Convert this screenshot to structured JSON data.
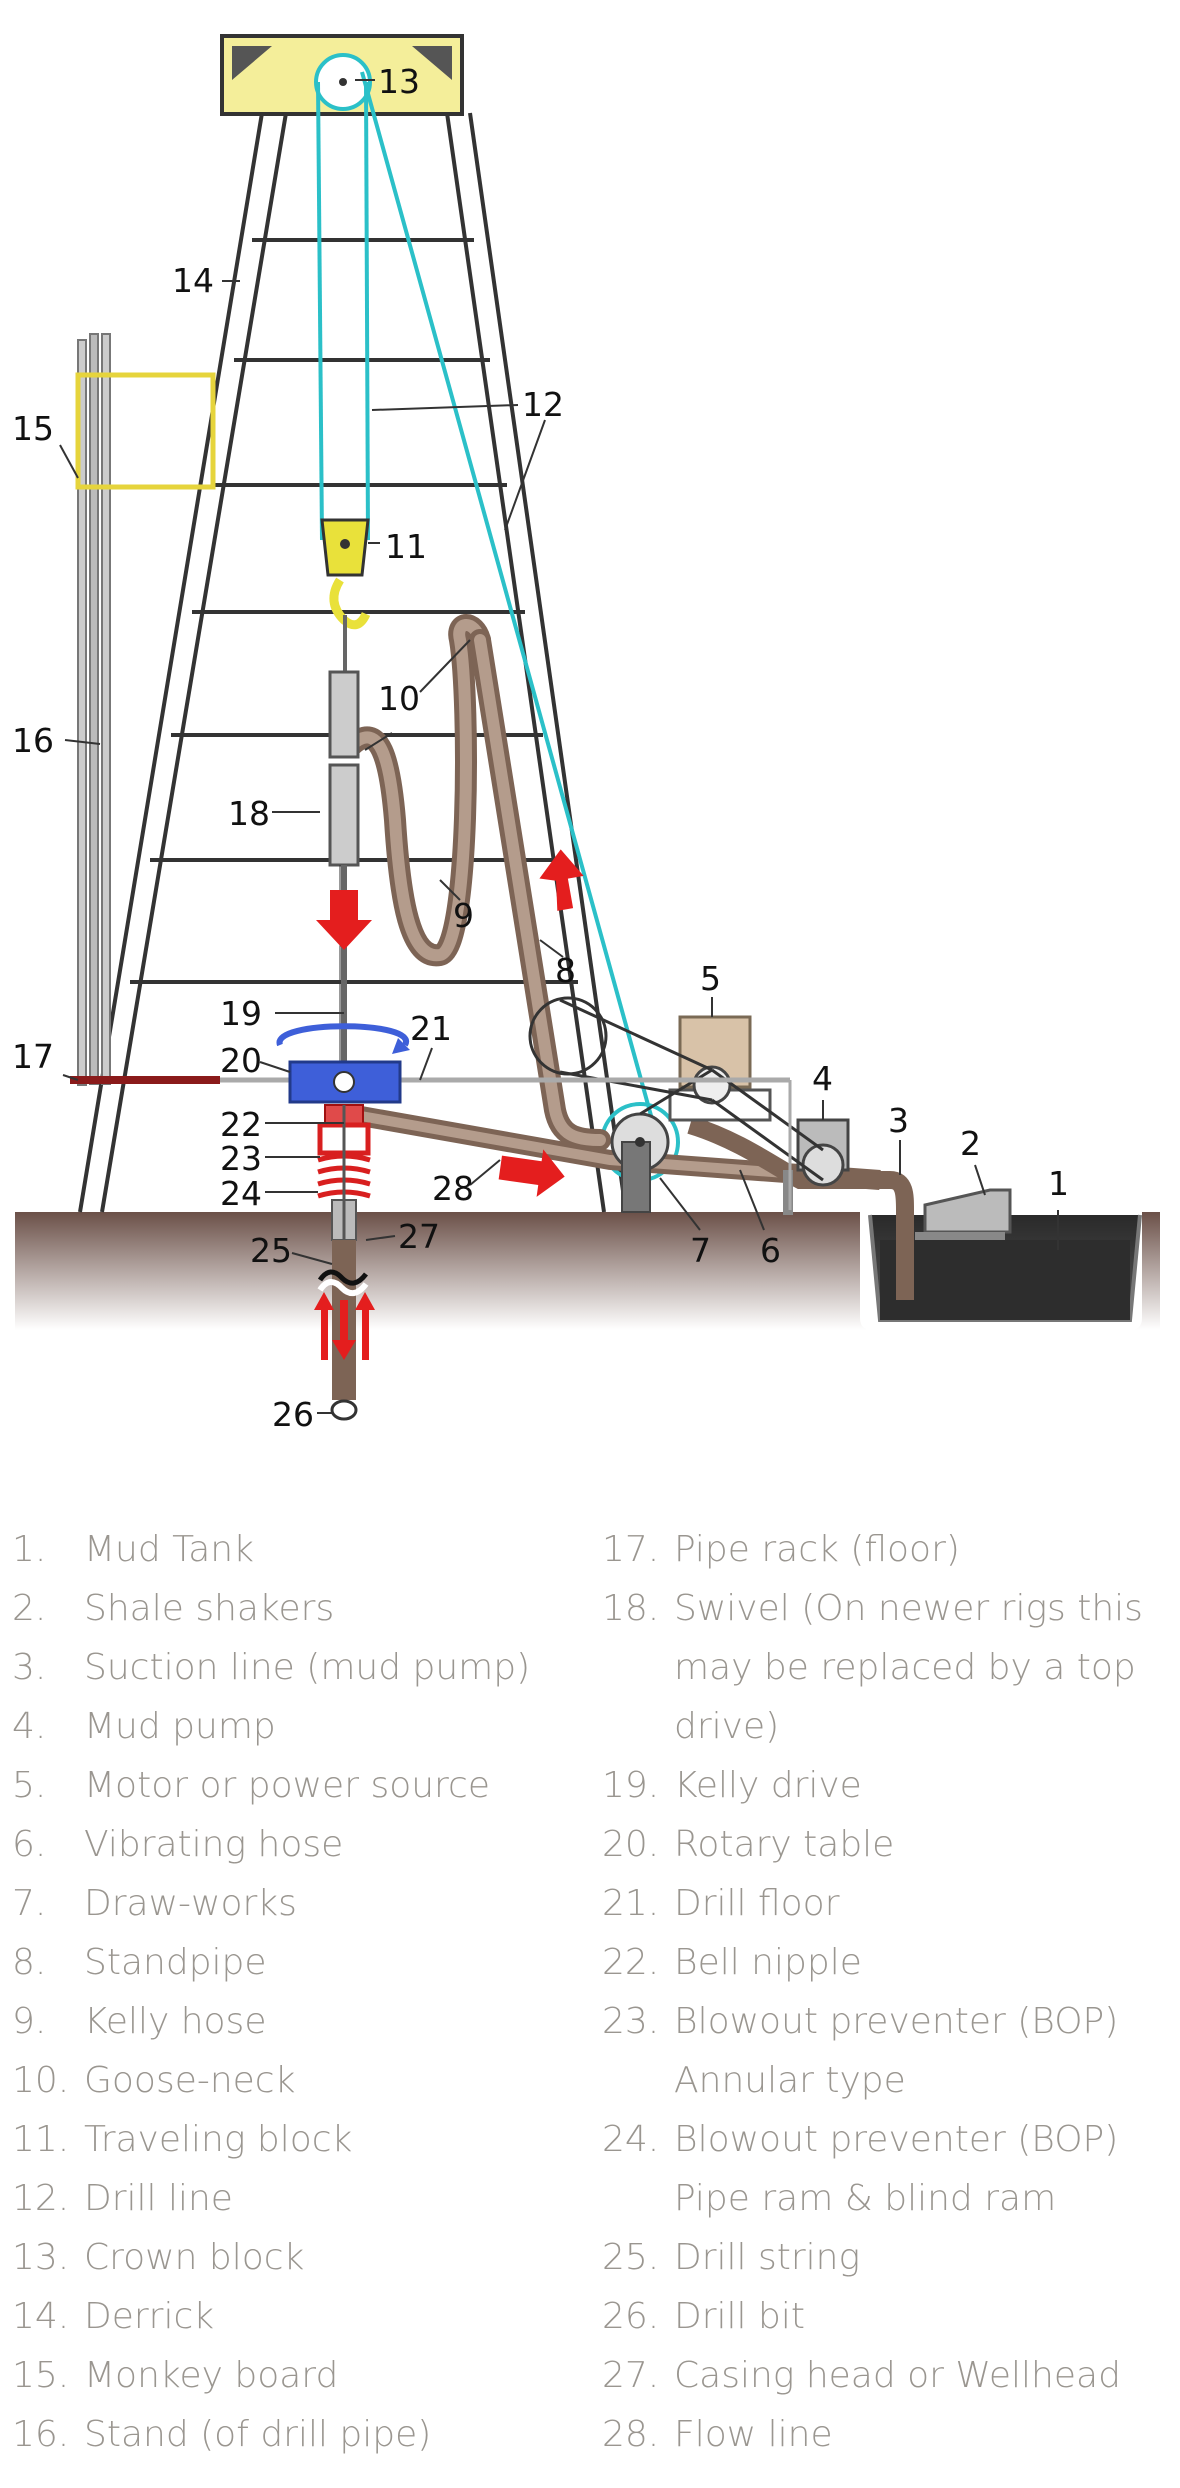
{
  "diagram": {
    "callouts": [
      "1",
      "2",
      "3",
      "4",
      "5",
      "6",
      "7",
      "8",
      "9",
      "10",
      "11",
      "12",
      "13",
      "14",
      "15",
      "16",
      "17",
      "18",
      "19",
      "20",
      "21",
      "22",
      "23",
      "24",
      "25",
      "26",
      "27",
      "28"
    ]
  },
  "legend": {
    "left": [
      {
        "num": "1.",
        "label": "Mud Tank"
      },
      {
        "num": "2.",
        "label": "Shale shakers"
      },
      {
        "num": "3.",
        "label": "Suction line (mud pump)"
      },
      {
        "num": "4.",
        "label": "Mud pump"
      },
      {
        "num": "5.",
        "label": "Motor or power source"
      },
      {
        "num": "6.",
        "label": "Vibrating hose"
      },
      {
        "num": "7.",
        "label": "Draw-works"
      },
      {
        "num": "8.",
        "label": "Standpipe"
      },
      {
        "num": "9.",
        "label": "Kelly hose"
      },
      {
        "num": "10.",
        "label": "Goose-neck"
      },
      {
        "num": "11.",
        "label": "Traveling block"
      },
      {
        "num": "12.",
        "label": "Drill line"
      },
      {
        "num": "13.",
        "label": "Crown block"
      },
      {
        "num": "14.",
        "label": "Derrick"
      },
      {
        "num": "15.",
        "label": "Monkey board"
      },
      {
        "num": "16.",
        "label": "Stand (of drill pipe)"
      }
    ],
    "right": [
      {
        "num": "17.",
        "label": "Pipe rack (floor)"
      },
      {
        "num": "18.",
        "label": "Swivel (On newer rigs this may be replaced by a top drive)"
      },
      {
        "num": "19.",
        "label": "Kelly drive"
      },
      {
        "num": "20.",
        "label": "Rotary table"
      },
      {
        "num": "21.",
        "label": "Drill floor"
      },
      {
        "num": "22.",
        "label": "Bell nipple"
      },
      {
        "num": "23.",
        "label": "Blowout preventer (BOP) Annular type"
      },
      {
        "num": "24.",
        "label": "Blowout preventer (BOP) Pipe ram & blind ram"
      },
      {
        "num": "25.",
        "label": "Drill string"
      },
      {
        "num": "26.",
        "label": "Drill bit"
      },
      {
        "num": "27.",
        "label": "Casing head or Wellhead"
      },
      {
        "num": "28.",
        "label": "Flow line"
      }
    ]
  }
}
